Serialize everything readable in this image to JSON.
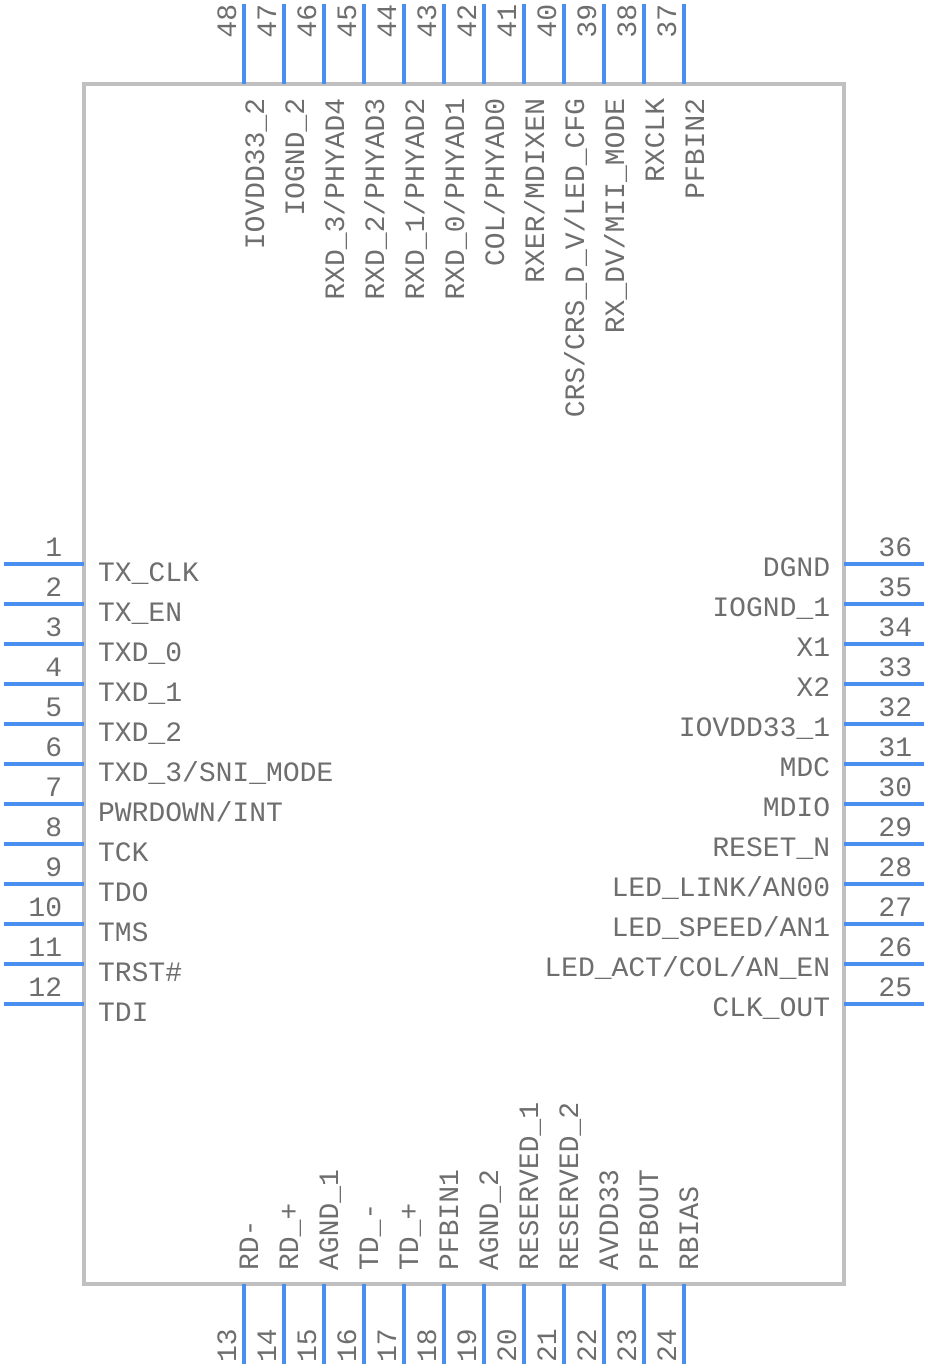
{
  "component": {
    "type": "IC schematic symbol",
    "body_color": "#c0c0c0",
    "pin_color": "#4a8ef0",
    "text_color": "#6e6e6e"
  },
  "pins": {
    "left": [
      {
        "number": "1",
        "name": "TX_CLK"
      },
      {
        "number": "2",
        "name": "TX_EN"
      },
      {
        "number": "3",
        "name": "TXD_0"
      },
      {
        "number": "4",
        "name": "TXD_1"
      },
      {
        "number": "5",
        "name": "TXD_2"
      },
      {
        "number": "6",
        "name": "TXD_3/SNI_MODE"
      },
      {
        "number": "7",
        "name": "PWRDOWN/INT"
      },
      {
        "number": "8",
        "name": "TCK"
      },
      {
        "number": "9",
        "name": "TDO"
      },
      {
        "number": "10",
        "name": "TMS"
      },
      {
        "number": "11",
        "name": "TRST#"
      },
      {
        "number": "12",
        "name": "TDI"
      }
    ],
    "bottom": [
      {
        "number": "13",
        "name": "RD-"
      },
      {
        "number": "14",
        "name": "RD_+"
      },
      {
        "number": "15",
        "name": "AGND_1"
      },
      {
        "number": "16",
        "name": "TD_-"
      },
      {
        "number": "17",
        "name": "TD_+"
      },
      {
        "number": "18",
        "name": "PFBIN1"
      },
      {
        "number": "19",
        "name": "AGND_2"
      },
      {
        "number": "20",
        "name": "RESERVED_1"
      },
      {
        "number": "21",
        "name": "RESERVED_2"
      },
      {
        "number": "22",
        "name": "AVDD33"
      },
      {
        "number": "23",
        "name": "PFBOUT"
      },
      {
        "number": "24",
        "name": "RBIAS"
      }
    ],
    "right": [
      {
        "number": "36",
        "name": "DGND"
      },
      {
        "number": "35",
        "name": "IOGND_1"
      },
      {
        "number": "34",
        "name": "X1"
      },
      {
        "number": "33",
        "name": "X2"
      },
      {
        "number": "32",
        "name": "IOVDD33_1"
      },
      {
        "number": "31",
        "name": "MDC"
      },
      {
        "number": "30",
        "name": "MDIO"
      },
      {
        "number": "29",
        "name": "RESET_N"
      },
      {
        "number": "28",
        "name": "LED_LINK/AN00"
      },
      {
        "number": "27",
        "name": "LED_SPEED/AN1"
      },
      {
        "number": "26",
        "name": "LED_ACT/COL/AN_EN"
      },
      {
        "number": "25",
        "name": "CLK_OUT"
      }
    ],
    "top": [
      {
        "number": "48",
        "name": "IOVDD33_2"
      },
      {
        "number": "47",
        "name": "IOGND_2"
      },
      {
        "number": "46",
        "name": "RXD_3/PHYAD4"
      },
      {
        "number": "45",
        "name": "RXD_2/PHYAD3"
      },
      {
        "number": "44",
        "name": "RXD_1/PHYAD2"
      },
      {
        "number": "43",
        "name": "RXD_0/PHYAD1"
      },
      {
        "number": "42",
        "name": "COL/PHYAD0"
      },
      {
        "number": "41",
        "name": "RXER/MDIXEN"
      },
      {
        "number": "40",
        "name": "CRS/CRS_D_V/LED_CFG"
      },
      {
        "number": "39",
        "name": "RX_DV/MII_MODE"
      },
      {
        "number": "38",
        "name": "RXCLK"
      },
      {
        "number": "37",
        "name": "PFBIN2"
      }
    ]
  }
}
